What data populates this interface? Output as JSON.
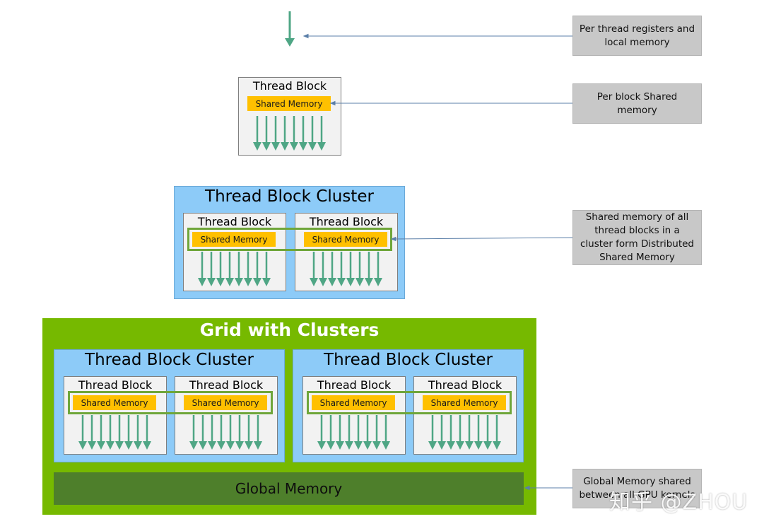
{
  "notes": {
    "registers": "Per thread registers and local memory",
    "block_shared": "Per block Shared memory",
    "distributed": "Shared memory of all thread blocks in a cluster form Distributed Shared Memory",
    "global": "Global Memory shared between all GPU kernels"
  },
  "labels": {
    "thread_block": "Thread Block",
    "shared_memory": "Shared Memory",
    "thread_block_cluster": "Thread Block Cluster",
    "grid_with_clusters": "Grid with Clusters",
    "global_memory": "Global Memory"
  },
  "watermark": "知乎 @ZHOU",
  "colors": {
    "thread_arrow": "#4fa685",
    "shared_memory": "#ffc000",
    "cluster": "#8dcbf8",
    "grid": "#76b900",
    "global_memory": "#4e7f2b",
    "distributed_ring": "#6fa63a",
    "note_box": "#c8c8c8",
    "connector": "#5b7fa8"
  }
}
